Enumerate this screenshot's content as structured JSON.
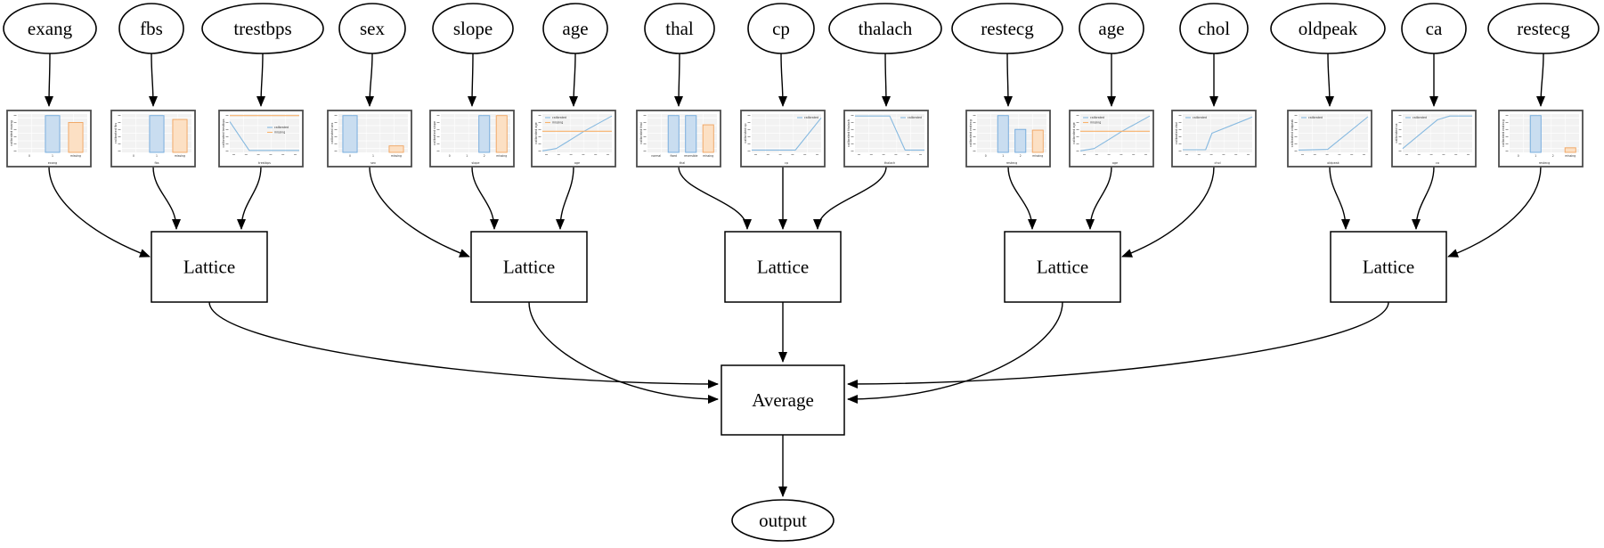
{
  "diagram": {
    "node_labels": {
      "lattice": "Lattice",
      "average": "Average",
      "output": "output"
    },
    "features": [
      "exang",
      "fbs",
      "trestbps",
      "sex",
      "slope",
      "age",
      "thal",
      "cp",
      "thalach",
      "restecg",
      "age",
      "chol",
      "oldpeak",
      "ca",
      "restecg"
    ],
    "lattice_count": 5,
    "groups": [
      [
        0,
        1,
        2
      ],
      [
        3,
        4,
        5
      ],
      [
        6,
        7,
        8
      ],
      [
        9,
        10,
        11
      ],
      [
        12,
        13,
        14
      ]
    ],
    "legend_labels": [
      "calibrated",
      "missing"
    ],
    "colors": {
      "edge": "#000000",
      "node_stroke": "#000000",
      "thumb_border": "#4d4d4d",
      "plot_bg": "#f2f2f2",
      "grid": "#ffffff",
      "tick": "#999999",
      "bar_blue_fill": "#c9ddf0",
      "bar_blue_stroke": "#6fa8dc",
      "bar_orange_fill": "#fce0c4",
      "bar_orange_stroke": "#f0a35f",
      "line_blue": "#86b9e0",
      "line_orange": "#f9b26c",
      "label_text": "#333333"
    },
    "calibrators": [
      {
        "feature": "exang",
        "type": "bar",
        "ylabel": "calibrated exang",
        "xlabel": "exang",
        "xticks": [
          "0",
          "1",
          "missing"
        ],
        "bars": [
          {
            "slot": 1,
            "h": 0.96,
            "color": "blue"
          },
          {
            "slot": 2,
            "h": 0.78,
            "color": "orange"
          }
        ]
      },
      {
        "feature": "fbs",
        "type": "bar",
        "ylabel": "calibrated fbs",
        "xlabel": "fbs",
        "xticks": [
          "0",
          "1",
          "missing"
        ],
        "bars": [
          {
            "slot": 1,
            "h": 0.96,
            "color": "blue"
          },
          {
            "slot": 2,
            "h": 0.86,
            "color": "orange"
          }
        ]
      },
      {
        "feature": "trestbps",
        "type": "line",
        "ylabel": "calibrated trestbps",
        "xlabel": "trestbps",
        "legend": "e",
        "series": [
          {
            "name": "calibrated",
            "color": "blue",
            "points": [
              [
                0,
                0.8
              ],
              [
                0.28,
                0.05
              ],
              [
                1,
                0.05
              ]
            ]
          },
          {
            "name": "missing",
            "color": "orange",
            "points": [
              [
                0,
                0.96
              ],
              [
                1,
                0.96
              ]
            ]
          }
        ]
      },
      {
        "feature": "sex",
        "type": "bar",
        "ylabel": "calibrated sex",
        "xlabel": "sex",
        "xticks": [
          "0",
          "1",
          "missing"
        ],
        "bars": [
          {
            "slot": 0,
            "h": 0.96,
            "color": "blue"
          },
          {
            "slot": 2,
            "h": 0.17,
            "color": "orange"
          }
        ]
      },
      {
        "feature": "slope",
        "type": "bar",
        "ylabel": "calibrated slope",
        "xlabel": "slope",
        "xticks": [
          "0",
          "1",
          "2",
          "missing"
        ],
        "bars": [
          {
            "slot": 2,
            "h": 0.96,
            "color": "blue"
          },
          {
            "slot": 3,
            "h": 0.96,
            "color": "orange"
          }
        ]
      },
      {
        "feature": "age",
        "type": "line",
        "ylabel": "calibrated age",
        "xlabel": "age",
        "legend": "nw",
        "series": [
          {
            "name": "calibrated",
            "color": "blue",
            "points": [
              [
                0,
                0.04
              ],
              [
                0.2,
                0.1
              ],
              [
                0.45,
                0.38
              ],
              [
                0.6,
                0.55
              ],
              [
                1,
                0.95
              ]
            ]
          },
          {
            "name": "missing",
            "color": "orange",
            "points": [
              [
                0,
                0.55
              ],
              [
                1,
                0.55
              ]
            ]
          }
        ]
      },
      {
        "feature": "thal",
        "type": "bar",
        "ylabel": "calibrated thal",
        "xlabel": "thal",
        "xticks": [
          "normal",
          "fixed",
          "reversible",
          "missing"
        ],
        "bars": [
          {
            "slot": 1,
            "h": 0.96,
            "color": "blue"
          },
          {
            "slot": 2,
            "h": 0.96,
            "color": "blue"
          },
          {
            "slot": 3,
            "h": 0.72,
            "color": "orange"
          }
        ]
      },
      {
        "feature": "cp",
        "type": "line",
        "ylabel": "calibrated cp",
        "xlabel": "cp",
        "legend": "ne",
        "series": [
          {
            "name": "calibrated",
            "color": "blue",
            "points": [
              [
                0,
                0.06
              ],
              [
                0.63,
                0.06
              ],
              [
                1,
                0.9
              ]
            ]
          }
        ]
      },
      {
        "feature": "thalach",
        "type": "line",
        "ylabel": "calibrated thalach",
        "xlabel": "thalach",
        "legend": "ne",
        "series": [
          {
            "name": "calibrated",
            "color": "blue",
            "points": [
              [
                0,
                0.95
              ],
              [
                0.5,
                0.95
              ],
              [
                0.72,
                0.06
              ],
              [
                1,
                0.06
              ]
            ]
          }
        ]
      },
      {
        "feature": "restecg",
        "type": "bar",
        "ylabel": "calibrated restecg",
        "xlabel": "restecg",
        "xticks": [
          "0",
          "1",
          "2",
          "missing"
        ],
        "bars": [
          {
            "slot": 1,
            "h": 0.96,
            "color": "blue"
          },
          {
            "slot": 2,
            "h": 0.6,
            "color": "blue"
          },
          {
            "slot": 3,
            "h": 0.58,
            "color": "orange"
          }
        ]
      },
      {
        "feature": "age",
        "type": "line",
        "ylabel": "calibrated age",
        "xlabel": "age",
        "legend": "nw",
        "series": [
          {
            "name": "calibrated",
            "color": "blue",
            "points": [
              [
                0,
                0.04
              ],
              [
                0.2,
                0.1
              ],
              [
                0.45,
                0.38
              ],
              [
                0.6,
                0.55
              ],
              [
                1,
                0.95
              ]
            ]
          },
          {
            "name": "missing",
            "color": "orange",
            "points": [
              [
                0,
                0.55
              ],
              [
                1,
                0.55
              ]
            ]
          }
        ]
      },
      {
        "feature": "chol",
        "type": "line",
        "ylabel": "calibrated chol",
        "xlabel": "chol",
        "legend": "nw",
        "series": [
          {
            "name": "calibrated",
            "color": "blue",
            "points": [
              [
                0,
                0.07
              ],
              [
                0.33,
                0.07
              ],
              [
                0.42,
                0.5
              ],
              [
                1,
                0.92
              ]
            ]
          }
        ]
      },
      {
        "feature": "oldpeak",
        "type": "line",
        "ylabel": "calibrated oldpeak",
        "xlabel": "oldpeak",
        "legend": "nw",
        "series": [
          {
            "name": "calibrated",
            "color": "blue",
            "points": [
              [
                0,
                0.06
              ],
              [
                0.42,
                0.08
              ],
              [
                1,
                0.93
              ]
            ]
          }
        ]
      },
      {
        "feature": "ca",
        "type": "line",
        "ylabel": "calibrated ca",
        "xlabel": "ca",
        "legend": "nw",
        "series": [
          {
            "name": "calibrated",
            "color": "blue",
            "points": [
              [
                0,
                0.1
              ],
              [
                0.5,
                0.85
              ],
              [
                0.68,
                0.95
              ],
              [
                1,
                0.95
              ]
            ]
          }
        ]
      },
      {
        "feature": "restecg",
        "type": "bar",
        "ylabel": "calibrated restecg",
        "xlabel": "restecg",
        "xticks": [
          "0",
          "1",
          "2",
          "missing"
        ],
        "bars": [
          {
            "slot": 1,
            "h": 0.96,
            "color": "blue"
          },
          {
            "slot": 3,
            "h": 0.12,
            "color": "orange"
          }
        ]
      }
    ]
  }
}
